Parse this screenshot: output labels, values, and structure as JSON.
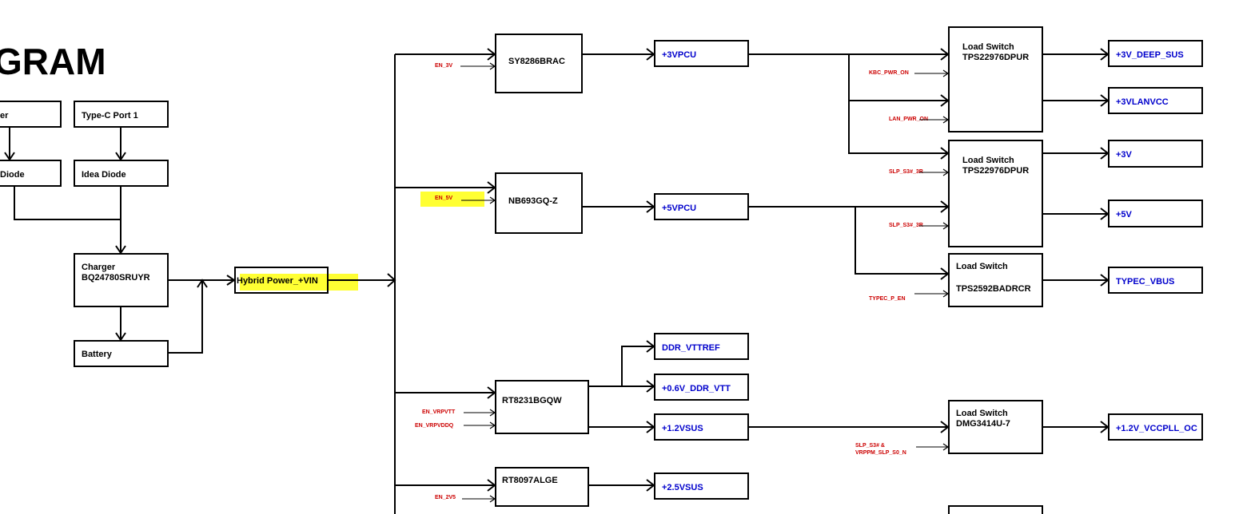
{
  "title": "GRAM",
  "colors": {
    "rail": "#0000cc",
    "signal": "#cc0000",
    "highlight": "#ffff33",
    "line": "#000000"
  },
  "input_blocks": {
    "adapter_partial": "er",
    "typec_port1": "Type-C Port 1",
    "diode_partial": "Diode",
    "idea_diode": "Idea Diode",
    "charger_line1": "Charger",
    "charger_line2": "BQ24780SRUYR",
    "battery": "Battery",
    "hybrid_power": "Hybrid Power_+VIN"
  },
  "regulators": {
    "sy8286": "SY8286BRAC",
    "nb693": "NB693GQ-Z",
    "rt8231": "RT8231BGQW",
    "rt8097": "RT8097ALGE"
  },
  "rails": {
    "v3pcu": "+3VPCU",
    "v5pcu": "+5VPCU",
    "ddr_vttref": "DDR_VTTREF",
    "v06_ddr_vtt": "+0.6V_DDR_VTT",
    "v12sus": "+1.2VSUS",
    "v25sus": "+2.5VSUS",
    "v3_deep_sus": "+3V_DEEP_SUS",
    "v3lanvcc": "+3VLANVCC",
    "v3": "+3V",
    "v5": "+5V",
    "typec_vbus": "TYPEC_VBUS",
    "v12_vccpll_oc": "+1.2V_VCCPLL_OC"
  },
  "load_switches": {
    "ls1_line1": "Load Switch",
    "ls1_line2": "TPS22976DPUR",
    "ls2_line1": "Load Switch",
    "ls2_line2": "TPS22976DPUR",
    "ls3_line1": "Load Switch",
    "ls3_line2": "TPS2592BADRCR",
    "ls4_line1": "Load Switch",
    "ls4_line2": "DMG3414U-7"
  },
  "signals": {
    "en_3v": "EN_3V",
    "en_5v": "EN_5V",
    "en_vrpvtt": "EN_VRPVTT",
    "en_vrpvddq": "EN_VRPVDDQ",
    "en_2v5": "EN_2V5",
    "kbc_pwr_on": "KBC_PWR_ON",
    "lan_pwr_on": "LAN_PWR_ON",
    "slp_s3_a": "SLP_S3#_3R",
    "slp_s3_b": "SLP_S3#_3R",
    "typec_p_en": "TYPEC_P_EN",
    "slp_s3_vrppm_1": "SLP_S3# &",
    "slp_s3_vrppm_2": "VRPPM_SLP_S0_N"
  }
}
